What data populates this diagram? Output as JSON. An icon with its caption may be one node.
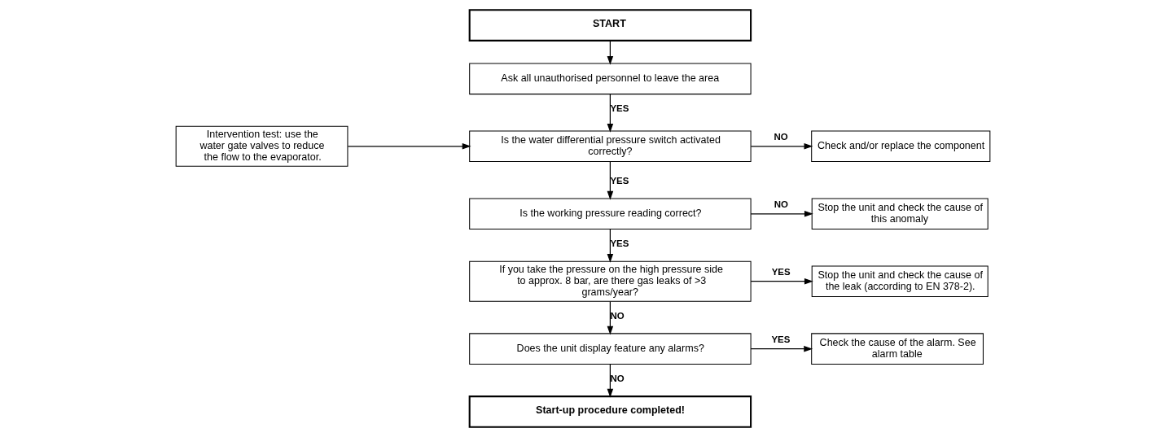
{
  "diagram": {
    "nodes": [
      {
        "text": [
          "START"
        ]
      },
      {
        "text": [
          "Ask all unauthorised personnel to leave the area"
        ]
      },
      {
        "text": [
          "Intervention test: use the water gate valves to reduce the flow to the evaporator."
        ]
      },
      {
        "text": [
          "Is the water differential pressure switch activated correctly?"
        ]
      },
      {
        "text": [
          "Check and/or replace the component"
        ]
      },
      {
        "text": [
          "Is the working pressure reading correct?"
        ]
      },
      {
        "text": [
          "Stop the unit and check the cause of this anomaly"
        ]
      },
      {
        "text": [
          "If you take the pressure on the high pressure side to approx. 8 bar, are there gas leaks of >3 grams/year?"
        ]
      },
      {
        "text": [
          "Stop the unit and check the cause of the leak (according to EN 378-2)."
        ]
      },
      {
        "text": [
          "Does the unit display feature any alarms?"
        ]
      },
      {
        "text": [
          "Check the cause of the alarm. See alarm table"
        ]
      },
      {
        "text": [
          "Start-up procedure completed!"
        ]
      }
    ],
    "edges": [
      {
        "from": 0,
        "to": 1,
        "arrow": "to"
      },
      {
        "from": 1,
        "to": 3,
        "arrow": "to",
        "label": "YES"
      },
      {
        "from": 2,
        "to": 3,
        "arrow": "to"
      },
      {
        "from": 3,
        "to": 4,
        "arrow": "to",
        "label": "NO"
      },
      {
        "from": 3,
        "to": 5,
        "arrow": "to",
        "label": "YES"
      },
      {
        "from": 5,
        "to": 6,
        "arrow": "to",
        "label": "NO"
      },
      {
        "from": 5,
        "to": 7,
        "arrow": "to",
        "label": "YES"
      },
      {
        "from": 7,
        "to": 8,
        "arrow": "to",
        "label": "YES"
      },
      {
        "from": 7,
        "to": 9,
        "arrow": "to",
        "label": "NO"
      },
      {
        "from": 9,
        "to": 10,
        "arrow": "to",
        "label": "YES"
      },
      {
        "from": 9,
        "to": 11,
        "arrow": "to",
        "label": "NO"
      }
    ]
  }
}
